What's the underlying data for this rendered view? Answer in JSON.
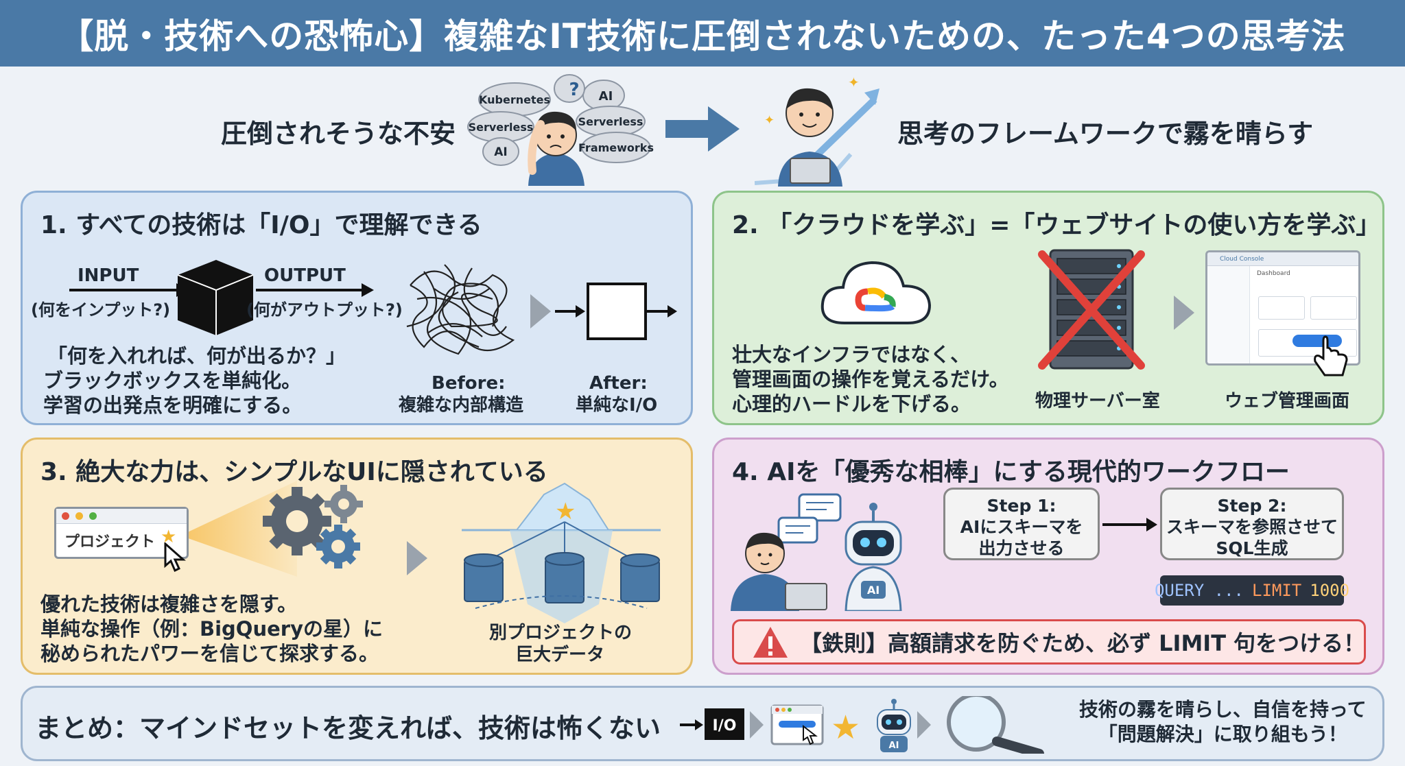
{
  "title": "【脱・技術への恐怖心】複雑なIT技術に圧倒されないための、たった4つの思考法",
  "hero": {
    "left_text": "圧倒されそうな不安",
    "right_text": "思考のフレームワークで霧を晴らす",
    "cloud_words": [
      "Kubernetes",
      "Serverless",
      "AI",
      "Serverless",
      "Frameworks",
      "AI",
      "?"
    ]
  },
  "panel1": {
    "title": "1. すべての技術は「I/O」で理解できる",
    "input_label": "INPUT",
    "input_sub": "(何をインプット?)",
    "output_label": "OUTPUT",
    "output_sub": "(何がアウトプット?)",
    "body": [
      "「何を入れれば、何が出るか？」",
      "ブラックボックスを単純化。",
      "学習の出発点を明確にする。"
    ],
    "before_label": "Before:",
    "before_sub": "複雑な内部構造",
    "after_label": "After:",
    "after_sub": "単純なI/O"
  },
  "panel2": {
    "title": "2. 「クラウドを学ぶ」=「ウェブサイトの使い方を学ぶ」",
    "body": [
      "壮大なインフラではなく、",
      "管理画面の操作を覚えるだけ。",
      "心理的ハードルを下げる。"
    ],
    "server_label": "物理サーバー室",
    "web_label": "ウェブ管理画面",
    "console_title": "Cloud Console",
    "console_header": "Dashboard"
  },
  "panel3": {
    "title": "3. 絶大な力は、シンプルなUIに隠されている",
    "project_label": "プロジェクト",
    "body": [
      "優れた技術は複雑さを隠す。",
      "単純な操作（例：BigQueryの星）に",
      "秘められたパワーを信じて探求する。"
    ],
    "data_label": [
      "別プロジェクトの",
      "巨大データ"
    ]
  },
  "panel4": {
    "title": "4. AIを「優秀な相棒」にする現代的ワークフロー",
    "robot_badge": "AI",
    "step1": [
      "Step 1:",
      "AIにスキーマを",
      "出力させる"
    ],
    "step2": [
      "Step 2:",
      "スキーマを参照させて",
      "SQL生成"
    ],
    "query": {
      "part1": "QUERY ...",
      "part2": "LIMIT",
      "part3": "1000"
    },
    "warning": "【鉄則】高額請求を防ぐため、必ず LIMIT 句をつける！"
  },
  "summary": {
    "title": "まとめ：マインドセットを変えれば、技術は怖くない",
    "io_badge": "I/O",
    "robot_badge": "AI",
    "text": [
      "技術の霧を晴らし、自信を持って",
      "「問題解決」に取り組もう！"
    ]
  },
  "colors": {
    "title_bar": "#4a79a6",
    "panel1": "#dbe7f5",
    "panel2": "#ddefd9",
    "panel3": "#fbeccc",
    "panel4": "#f1dff0",
    "warning": "#d94b4b"
  }
}
